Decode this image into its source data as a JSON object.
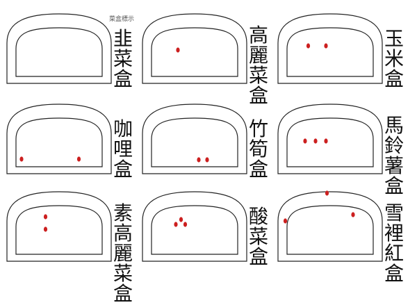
{
  "title": "菜盒標示",
  "colors": {
    "outline": "#222222",
    "dot": "#cc1f1f"
  },
  "items": [
    {
      "label": "韭菜盒",
      "dots": []
    },
    {
      "label": "高麗菜盒",
      "dots": [
        [
          0.34,
          0.52
        ]
      ]
    },
    {
      "label": "玉米盒",
      "dots": [
        [
          0.29,
          0.46
        ],
        [
          0.46,
          0.46
        ]
      ]
    },
    {
      "label": "咖哩盒",
      "dots": [
        [
          0.14,
          0.79
        ],
        [
          0.69,
          0.79
        ]
      ]
    },
    {
      "label": "竹筍盒",
      "dots": [
        [
          0.54,
          0.8
        ],
        [
          0.62,
          0.8
        ]
      ]
    },
    {
      "label": "馬鈴薯盒",
      "dots": [
        [
          0.26,
          0.53
        ],
        [
          0.36,
          0.53
        ],
        [
          0.46,
          0.53
        ]
      ]
    },
    {
      "label": "素高麗菜盒",
      "dots": [
        [
          0.37,
          0.36
        ],
        [
          0.37,
          0.54
        ]
      ]
    },
    {
      "label": "酸菜盒",
      "dots": [
        [
          0.32,
          0.47
        ],
        [
          0.37,
          0.4
        ],
        [
          0.41,
          0.47
        ]
      ]
    },
    {
      "label": "雪裡紅盒",
      "dots": [
        [
          0.47,
          0.02
        ],
        [
          0.07,
          0.42
        ],
        [
          0.72,
          0.33
        ]
      ]
    }
  ]
}
